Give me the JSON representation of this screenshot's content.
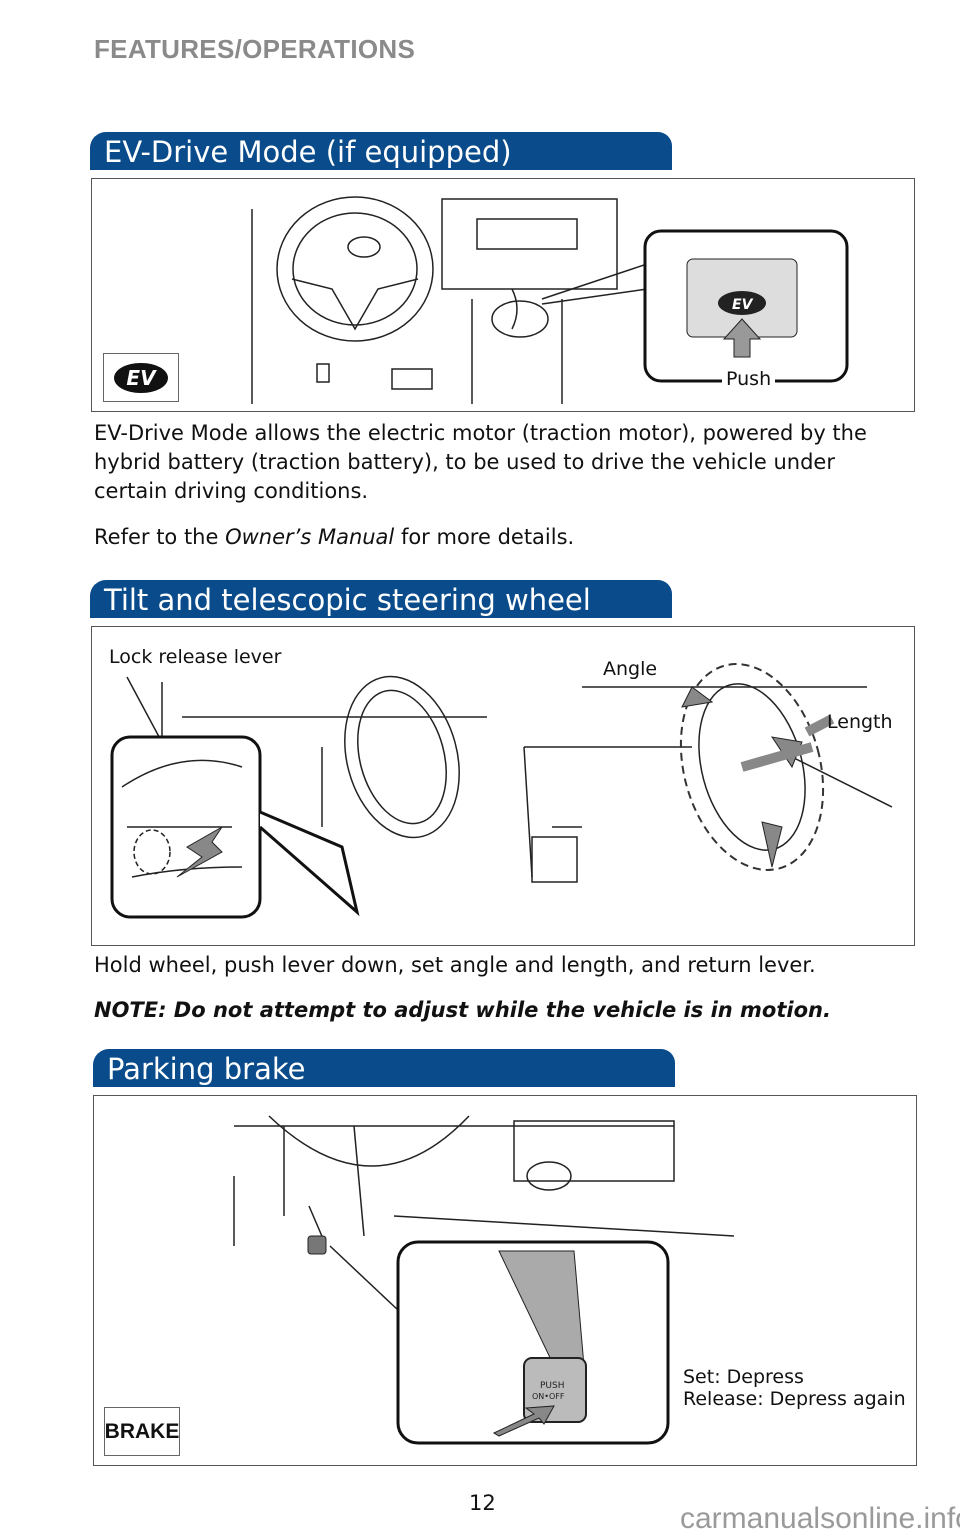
{
  "header": {
    "section": "FEATURES/OPERATIONS"
  },
  "ev_mode": {
    "title": "EV-Drive Mode (if equipped)",
    "icon_text": "EV",
    "callout_label": "Push",
    "body": "EV-Drive Mode allows the electric motor (traction motor), powered by the hybrid battery (traction battery), to be used to drive the vehicle under certain driving conditions.",
    "refer_prefix": "Refer to the ",
    "refer_italic": "Owner’s Manual",
    "refer_suffix": " for more details."
  },
  "steering": {
    "title": "Tilt and telescopic steering wheel",
    "label_lever": "Lock release lever",
    "label_angle": "Angle",
    "label_length": "Length",
    "body": "Hold wheel, push lever down, set angle and length, and return lever.",
    "note": "NOTE: Do not attempt to adjust while the vehicle is in motion."
  },
  "parking_brake": {
    "title": "Parking brake",
    "icon_text": "BRAKE",
    "pedal_text_1": "PUSH",
    "pedal_text_2": "ON•OFF",
    "set_text": "Set: Depress",
    "release_text": "Release: Depress again"
  },
  "footer": {
    "page_number": "12",
    "watermark": "carmanualsonline.info"
  },
  "colors": {
    "banner": "#0a4c8b",
    "header": "#8a8a8a"
  }
}
